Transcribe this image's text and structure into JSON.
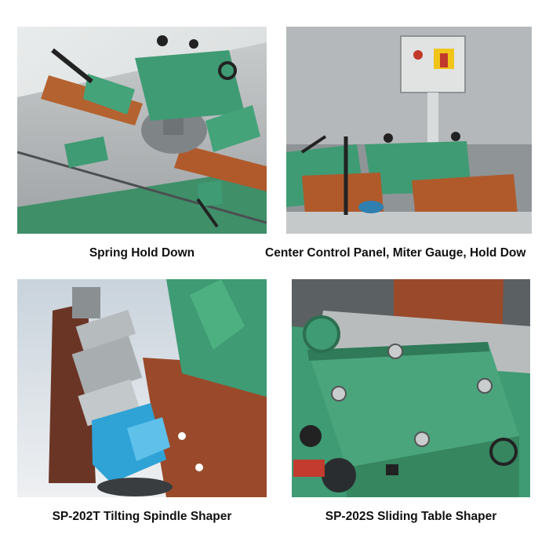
{
  "panels": [
    {
      "caption": "Spring Hold Down"
    },
    {
      "caption": "Center Control Panel, Miter Gauge, Hold Dow"
    },
    {
      "caption": "SP-202T Tilting Spindle Shaper"
    },
    {
      "caption": "SP-202S Sliding Table Shaper"
    }
  ],
  "colors": {
    "machine_green": "#3f9b74",
    "steel": "#b9bcbd",
    "wood": "#b05a2c",
    "cutter_blue": "#2fa3d6"
  }
}
